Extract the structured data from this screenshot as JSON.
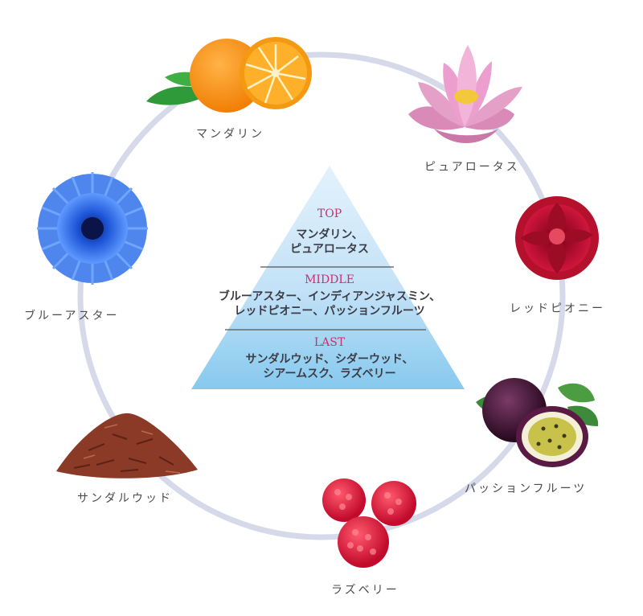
{
  "ingredients": [
    {
      "key": "mandarin",
      "label": "マンダリン"
    },
    {
      "key": "lotus",
      "label": "ピュアロータス"
    },
    {
      "key": "peony",
      "label": "レッドピオニー"
    },
    {
      "key": "passion",
      "label": "パッションフルーツ"
    },
    {
      "key": "raspberry",
      "label": "ラズベリー"
    },
    {
      "key": "sandalwood",
      "label": "サンダルウッド"
    },
    {
      "key": "cornflower",
      "label": "ブルーアスター"
    }
  ],
  "pyramid": {
    "top": {
      "title": "TOP",
      "line1": "マンダリン、",
      "line2": "ピュアロータス"
    },
    "middle": {
      "title": "MIDDLE",
      "line1": "ブルーアスター、インディアンジャスミン、",
      "line2": "レッドピオニー、パッションフルーツ"
    },
    "last": {
      "title": "LAST",
      "line1": "サンダルウッド、シダーウッド、",
      "line2": "シアームスク、ラズベリー"
    }
  },
  "colors": {
    "ring": "#d5d9ea",
    "tier_title": "#c8306e",
    "pyramid_top": "#dff0fb",
    "pyramid_bottom": "#8fcdee"
  }
}
